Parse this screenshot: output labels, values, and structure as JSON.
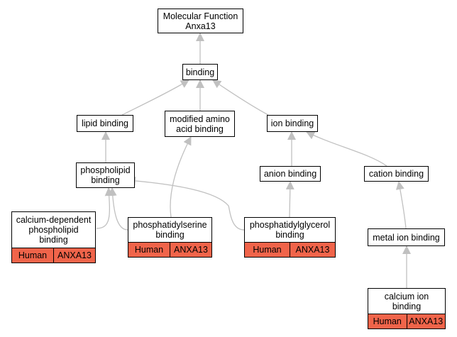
{
  "colors": {
    "edge": "#c0c0c0",
    "annotation_fill": "#f0644a",
    "border": "#000000"
  },
  "nodes": {
    "root": {
      "label": "Molecular Function\nAnxa13"
    },
    "binding": {
      "label": "binding"
    },
    "lipid_binding": {
      "label": "lipid binding"
    },
    "modified_amino_acid_binding": {
      "label": "modified amino\nacid binding"
    },
    "ion_binding": {
      "label": "ion binding"
    },
    "phospholipid_binding": {
      "label": "phospholipid\nbinding"
    },
    "anion_binding": {
      "label": "anion binding"
    },
    "cation_binding": {
      "label": "cation binding"
    },
    "calcium_dependent_phospholipid_binding": {
      "label": "calcium-dependent\nphospholipid\nbinding",
      "species": "Human",
      "gene": "ANXA13"
    },
    "phosphatidylserine_binding": {
      "label": "phosphatidylserine\nbinding",
      "species": "Human",
      "gene": "ANXA13"
    },
    "phosphatidylglycerol_binding": {
      "label": "phosphatidylglycerol\nbinding",
      "species": "Human",
      "gene": "ANXA13"
    },
    "metal_ion_binding": {
      "label": "metal ion binding"
    },
    "calcium_ion_binding": {
      "label": "calcium ion\nbinding",
      "species": "Human",
      "gene": "ANXA13"
    }
  }
}
